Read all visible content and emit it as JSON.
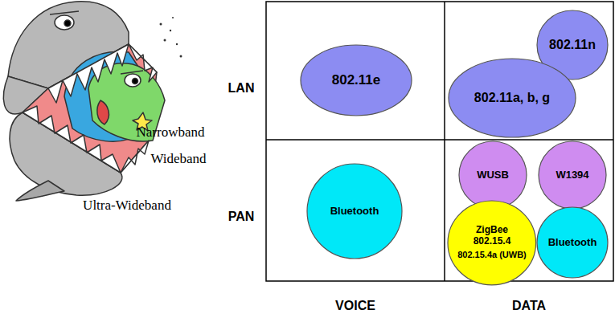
{
  "diagram": {
    "nodes": [
      {
        "text": [
          "802.11e"
        ]
      },
      {
        "text": [
          "802.11n"
        ]
      },
      {
        "text": [
          "802.11a, b, g"
        ]
      },
      {
        "text": [
          "Bluetooth"
        ]
      },
      {
        "text": [
          "WUSB"
        ]
      },
      {
        "text": [
          "W1394"
        ]
      },
      {
        "text": [
          "ZigBee 802.15.4",
          "802.15.4a (UWB)"
        ]
      },
      {
        "text": [
          "Bluetooth"
        ]
      }
    ],
    "labels": [
      "Narrowband",
      "Wideband",
      "Ultra-Wideband",
      "LAN",
      "PAN",
      "VOICE",
      "DATA"
    ]
  }
}
